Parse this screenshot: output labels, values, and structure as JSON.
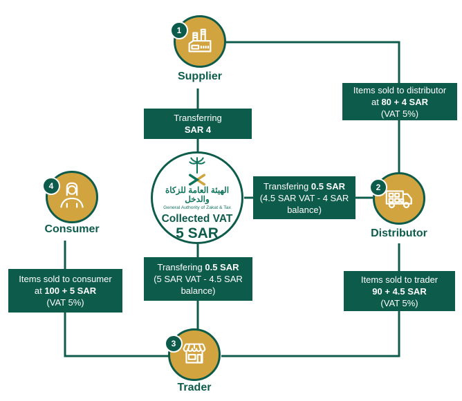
{
  "colors": {
    "green": "#0d5c4b",
    "gold": "#d2a440"
  },
  "nodes": {
    "supplier": {
      "number": "1",
      "label": "Supplier"
    },
    "distributor": {
      "number": "2",
      "label": "Distributor"
    },
    "trader": {
      "number": "3",
      "label": "Trader"
    },
    "consumer": {
      "number": "4",
      "label": "Consumer"
    }
  },
  "center": {
    "arabic": "الهيئة العامة للزكاة والدخل",
    "english": "General Authority of Zakat & Tax",
    "collected_label": "Collected VAT",
    "collected_amount": "5 SAR"
  },
  "boxes": {
    "transfer_supplier": {
      "l1": "Transferring",
      "l2": "SAR 4"
    },
    "transfer_distributor": {
      "l1a": "Transfering ",
      "l1b": "0.5 SAR",
      "l2": "(4.5 SAR VAT - 4 SAR balance)"
    },
    "transfer_trader": {
      "l1a": "Transfering ",
      "l1b": "0.5 SAR",
      "l2": "(5 SAR VAT - 4.5 SAR balance)"
    },
    "sold_distributor": {
      "l1": "Items sold to distributor",
      "l2a": "at ",
      "l2b": "80 + 4 SAR",
      "l3": "(VAT 5%)"
    },
    "sold_trader": {
      "l1": "Items sold to trader",
      "l2a": "",
      "l2b": "90 + 4.5 SAR",
      "l3": "(VAT 5%)"
    },
    "sold_consumer": {
      "l1": "Items sold to consumer",
      "l2a": "at ",
      "l2b": "100 + 5 SAR",
      "l3": "(VAT 5%)"
    }
  }
}
